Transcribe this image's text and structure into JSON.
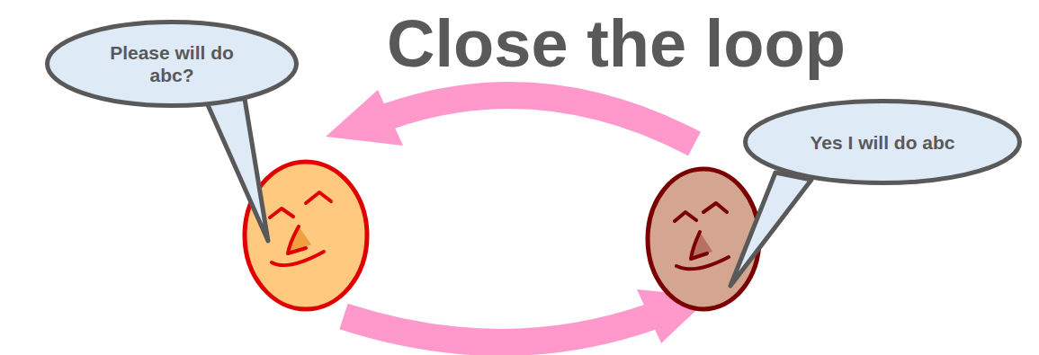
{
  "diagram": {
    "title": "Close the loop",
    "nodes": [
      {
        "text": [
          "Please will do abc?"
        ]
      },
      {
        "text": [
          "Yes I will do abc"
        ]
      }
    ]
  }
}
